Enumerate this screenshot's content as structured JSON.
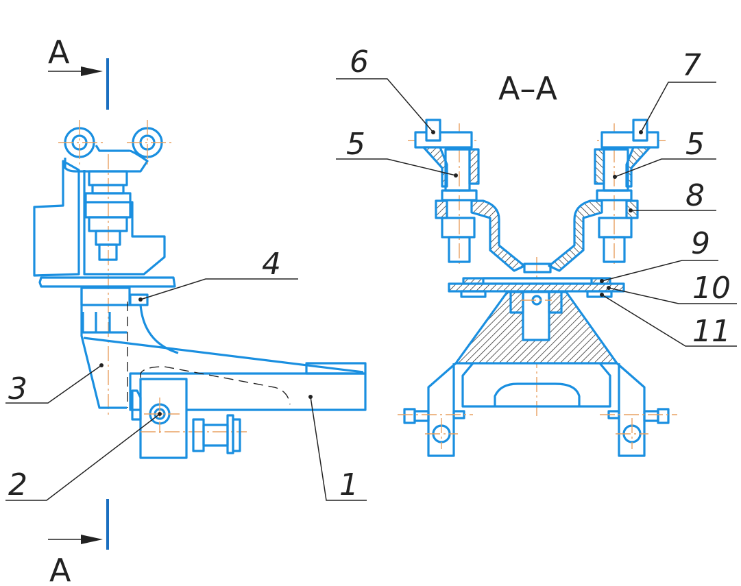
{
  "drawing": {
    "section_marks": {
      "top": "A",
      "bottom": "A"
    },
    "section_title": "A–A",
    "callouts": {
      "c1": "1",
      "c2": "2",
      "c3": "3",
      "c4": "4",
      "c5_left": "5",
      "c5_right": "5",
      "c6": "6",
      "c7": "7",
      "c8": "8",
      "c9": "9",
      "c10": "10",
      "c11": "11"
    },
    "colors": {
      "outline": "#1a8fe0",
      "centerline": "#e8a060",
      "leader": "#222222"
    }
  }
}
